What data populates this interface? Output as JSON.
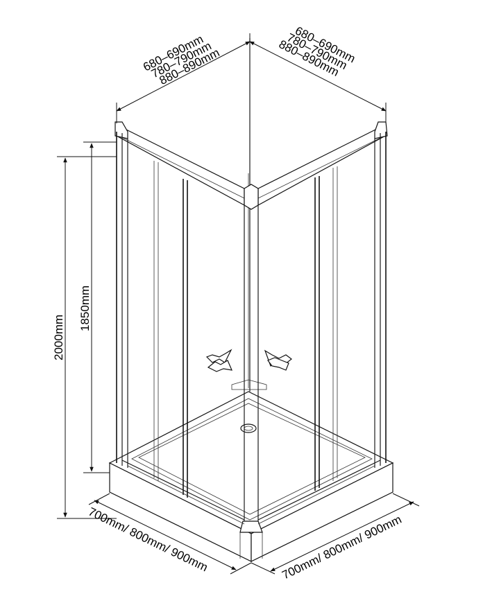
{
  "dimensions": {
    "top_left_widths": [
      "680–690mm",
      "780–790mm",
      "880–890mm"
    ],
    "top_right_widths": [
      "680–690mm",
      "780–790mm",
      "880–890mm"
    ],
    "total_height": "2000mm",
    "door_height": "1850mm",
    "bottom_left_tray": "700mm/ 800mm/ 900mm",
    "bottom_right_tray": "700mm/ 800mm/ 900mm"
  }
}
